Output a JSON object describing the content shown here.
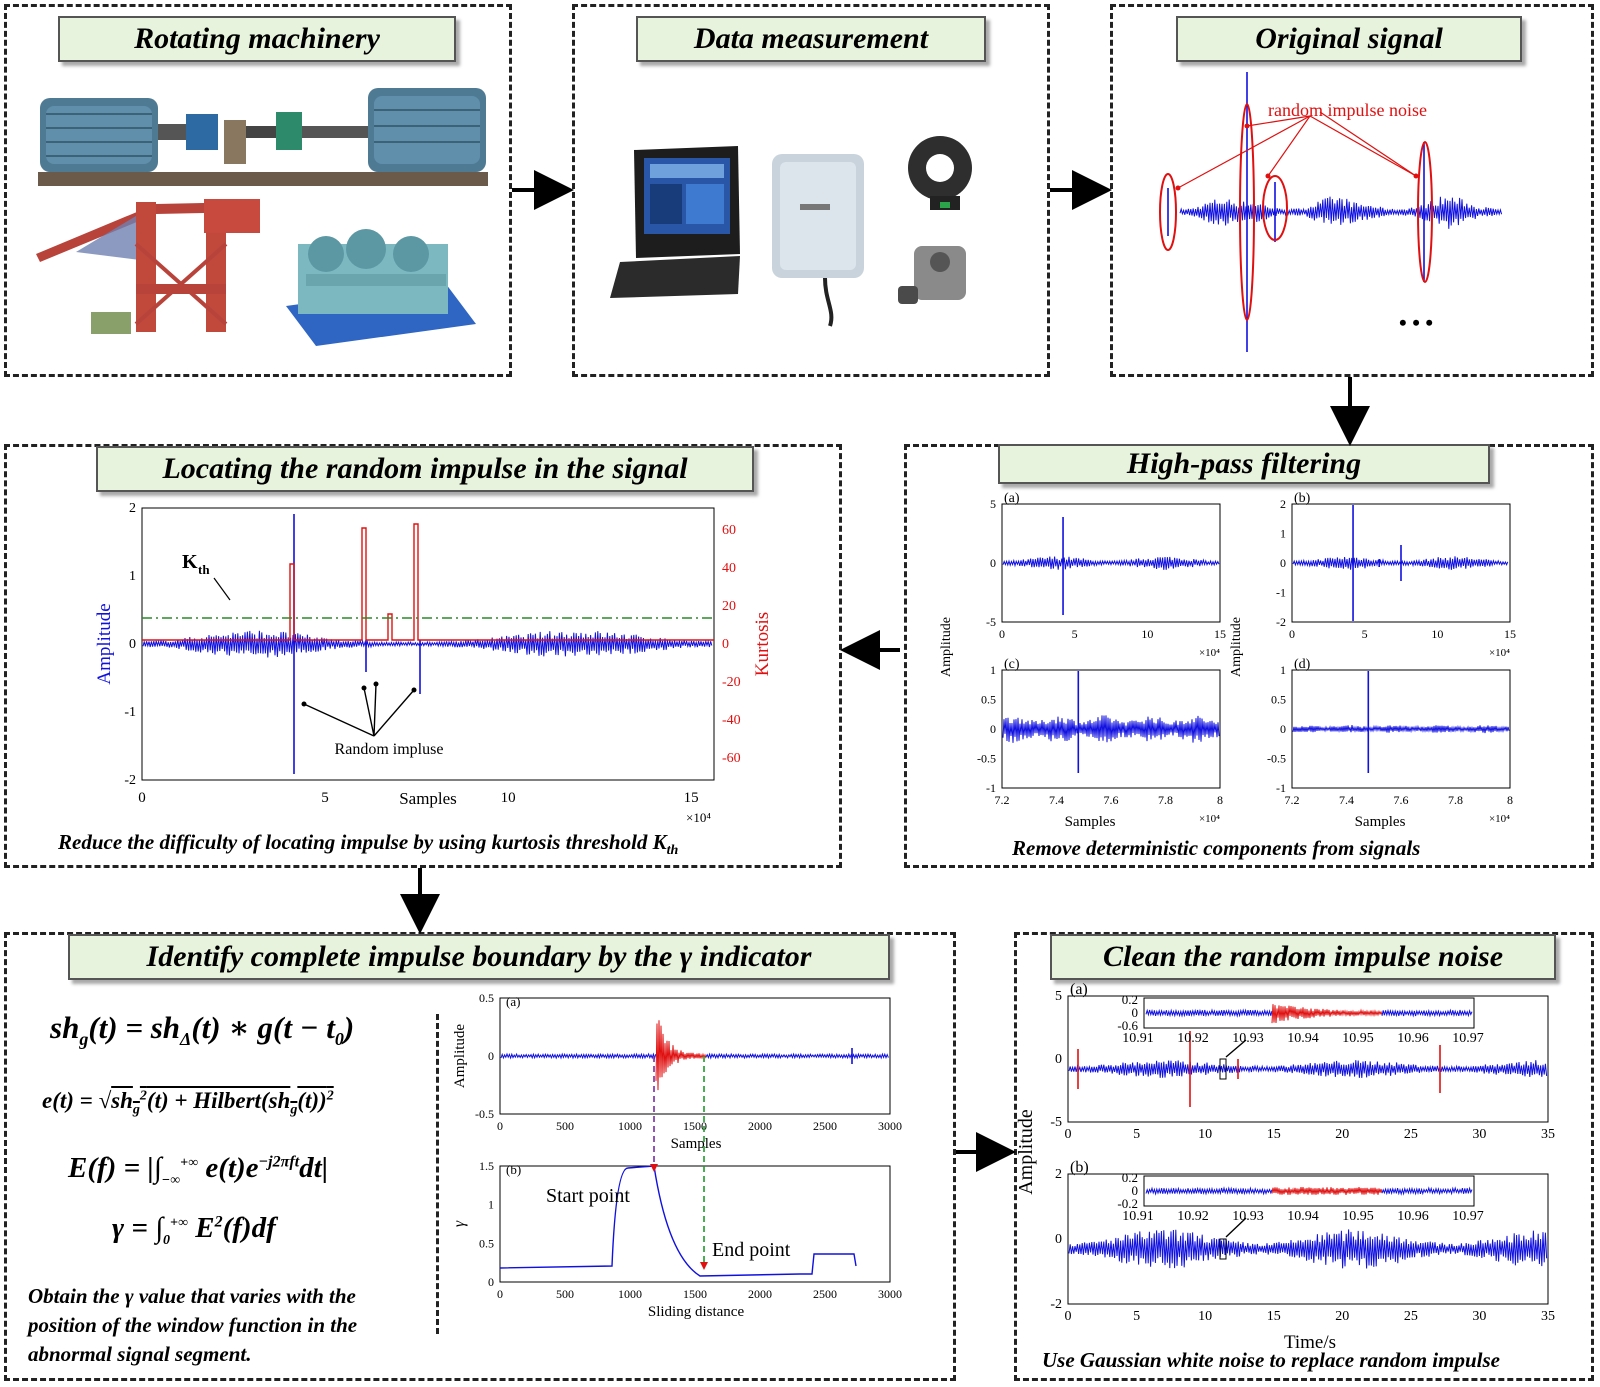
{
  "panels": {
    "rotating": {
      "title": "Rotating machinery"
    },
    "measurement": {
      "title": "Data measurement"
    },
    "original": {
      "title": "Original signal",
      "annotation": "random impulse noise",
      "ellipsis": "• • •"
    },
    "highpass": {
      "title": "High-pass filtering",
      "caption": "Remove deterministic components from signals",
      "ylabel": "Amplitude",
      "xlabel": "Samples",
      "xexp": "×10⁴",
      "subplots": [
        {
          "label": "(a)",
          "yticks": [
            "5",
            "0",
            "-5"
          ],
          "xticks": [
            "0",
            "5",
            "10",
            "15"
          ]
        },
        {
          "label": "(b)",
          "yticks": [
            "2",
            "1",
            "0",
            "-1",
            "-2"
          ],
          "xticks": [
            "0",
            "5",
            "10",
            "15"
          ]
        },
        {
          "label": "(c)",
          "yticks": [
            "1",
            "0.5",
            "0",
            "-0.5",
            "-1"
          ],
          "xticks": [
            "7.2",
            "7.4",
            "7.6",
            "7.8",
            "8"
          ]
        },
        {
          "label": "(d)",
          "yticks": [
            "1",
            "0.5",
            "0",
            "-0.5",
            "-1"
          ],
          "xticks": [
            "7.2",
            "7.4",
            "7.6",
            "7.8",
            "8"
          ]
        }
      ]
    },
    "locating": {
      "title": "Locating the random impulse in the signal",
      "caption": "Reduce the difficulty of locating impulse by using kurtosis threshold K",
      "caption_sub": "th",
      "ylabel_left": "Amplitude",
      "ylabel_right": "Kurtosis",
      "xlabel": "Samples",
      "xexp": "×10⁴",
      "yticks_left": [
        "2",
        "1",
        "0",
        "-1",
        "-2"
      ],
      "yticks_right": [
        "60",
        "40",
        "20",
        "0",
        "-20",
        "-40",
        "-60"
      ],
      "xticks": [
        "0",
        "5",
        "10",
        "15"
      ],
      "kth_label": "K",
      "kth_sub": "th",
      "impulse_label": "Random impluse"
    },
    "boundary": {
      "title": "Identify complete impulse boundary by the γ indicator",
      "caption": "Obtain the γ value that varies with the position of the window function in the abnormal signal segment.",
      "plot_a": {
        "label": "(a)",
        "ylabel": "Amplitude",
        "xlabel": "Samples",
        "yticks": [
          "0.5",
          "0",
          "-0.5"
        ],
        "xticks": [
          "0",
          "500",
          "1000",
          "1500",
          "2000",
          "2500",
          "3000"
        ]
      },
      "plot_b": {
        "label": "(b)",
        "ylabel": "γ",
        "xlabel": "Sliding distance",
        "yticks": [
          "1.5",
          "1",
          "0.5",
          "0"
        ],
        "xticks": [
          "0",
          "500",
          "1000",
          "1500",
          "2000",
          "2500",
          "3000"
        ]
      },
      "start_label": "Start point",
      "end_label": "End point"
    },
    "clean": {
      "title": "Clean the random impulse noise",
      "caption": "Use Gaussian white noise to replace random impulse",
      "ylabel": "Amplitude",
      "xlabel": "Time/s",
      "plot_a": {
        "label": "(a)",
        "yticks": [
          "5",
          "0",
          "-5"
        ],
        "xticks": [
          "0",
          "5",
          "10",
          "15",
          "20",
          "25",
          "30",
          "35"
        ],
        "inset_yticks": [
          "0.2",
          "0",
          "-0.6"
        ],
        "inset_xticks": [
          "10.91",
          "10.92",
          "10.93",
          "10.94",
          "10.95",
          "10.96",
          "10.97"
        ]
      },
      "plot_b": {
        "label": "(b)",
        "yticks": [
          "2",
          "0",
          "-2"
        ],
        "xticks": [
          "0",
          "5",
          "10",
          "15",
          "20",
          "25",
          "30",
          "35"
        ],
        "inset_yticks": [
          "0.2",
          "0",
          "-0.2"
        ],
        "inset_xticks": [
          "10.91",
          "10.92",
          "10.93",
          "10.94",
          "10.95",
          "10.96",
          "10.97"
        ]
      }
    }
  },
  "colors": {
    "signal": "#1010e0",
    "highlight": "#e01010",
    "kth_line": "#2a8a2a",
    "title_bg": "#e8f3dd"
  }
}
